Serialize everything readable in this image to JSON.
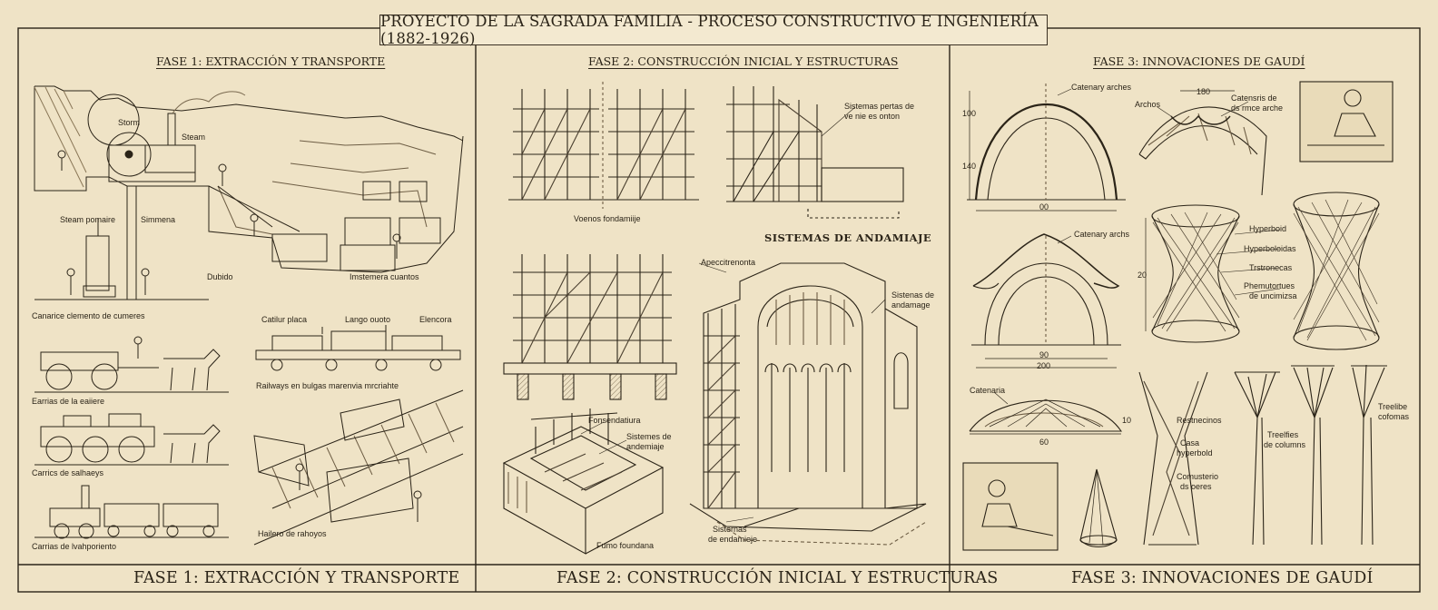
{
  "title": "PROYECTO DE LA SAGRADA FAMILIA - PROCESO CONSTRUCTIVO E INGENIERÍA (1882-1926)",
  "phases": {
    "p1": {
      "header": "FASE 1: EXTRACCIÓN Y TRANSPORTE",
      "footer": "FASE 1: EXTRACCIÓN Y TRANSPORTE",
      "labels": {
        "storm": "Storm",
        "steam": "Steam",
        "steam_pomaire": "Steam pomaire",
        "simmena": "Simmena",
        "dubido": "Dubido",
        "imstemera_cuantos": "Imstemera cuantos",
        "canarice": "Canarice clemento de cumeres",
        "catilur_placa": "Catilur placa",
        "lango_ouoto": "Lango ouoto",
        "elencora": "Elencora",
        "railways": "Railways en bulgas marenvia mrcriahte",
        "earrias_eaiiere": "Earrias de la eaiiere",
        "carrics_salhaeys": "Carrics de salhaeys",
        "hailero_rahoyos": "Hailero de rahoyos",
        "carrias_lvahporiento": "Carrias de lvahporiento"
      }
    },
    "p2": {
      "header": "FASE 2: CONSTRUCCIÓN INICIAL Y ESTRUCTURAS",
      "footer": "FASE 2: CONSTRUCCIÓN INICIAL Y ESTRUCTURAS",
      "subheader": "SISTEMAS DE ANDAMIAJE",
      "labels": {
        "voenos": "Voenos fondamiije",
        "sistemas_pertas_1": "Sistemas pertas de",
        "sistemas_pertas_2": "ve nie es onton",
        "apeccitrenonta": "Apeccitrenonta",
        "sistemas_andamage_1": "Sistenas de",
        "sistemas_andamage_2": "andamage",
        "fonsendatiura": "Fonsendatiura",
        "sistemes_andemiaje_1": "Sistemes de",
        "sistemes_andemiaje_2": "andemiaje",
        "fumo_foundana": "Fumo foundana",
        "sisternas_endamieje_1": "Sisternas",
        "sisternas_endamieje_2": "de endamieje"
      }
    },
    "p3": {
      "header": "FASE 3: INNOVACIONES DE GAUDÍ",
      "footer": "FASE 3: INNOVACIONES DE GAUDÍ",
      "labels": {
        "catenary_arches": "Catenary arches",
        "archos": "Archos",
        "catensris_1": "Catensris de",
        "catensris_2": "ds rmce arche",
        "catenary_archs": "Catenary archs",
        "hyperboid": "Hyperboid",
        "hyperboloidas": "Hyperboloidas",
        "trstronecas": "Trstronecas",
        "phemutortues_1": "Phemutortues",
        "phemutortues_2": "de uncimizsa",
        "catenaria": "Catenaria",
        "restnecinos": "Restnecinos",
        "casa_hyperbold_1": "Casa",
        "casa_hyperbold_2": "hyperbold",
        "comusterio_1": "Comusterio",
        "comusterio_2": "ds oeres",
        "treelfies_1": "Treelfies",
        "treelfies_2": "de columns",
        "treelibe_1": "Treelibe",
        "treelibe_2": "cofomas"
      },
      "dimensions": {
        "d180": "180",
        "d00": "00",
        "d10": "10",
        "d20": "20",
        "d60": "60",
        "d140": "140",
        "d100": "100",
        "d90": "90",
        "d200": "200"
      }
    }
  },
  "colors": {
    "paper": "#efe3c6",
    "ink": "#2b2418",
    "shade": "#b8a582"
  }
}
